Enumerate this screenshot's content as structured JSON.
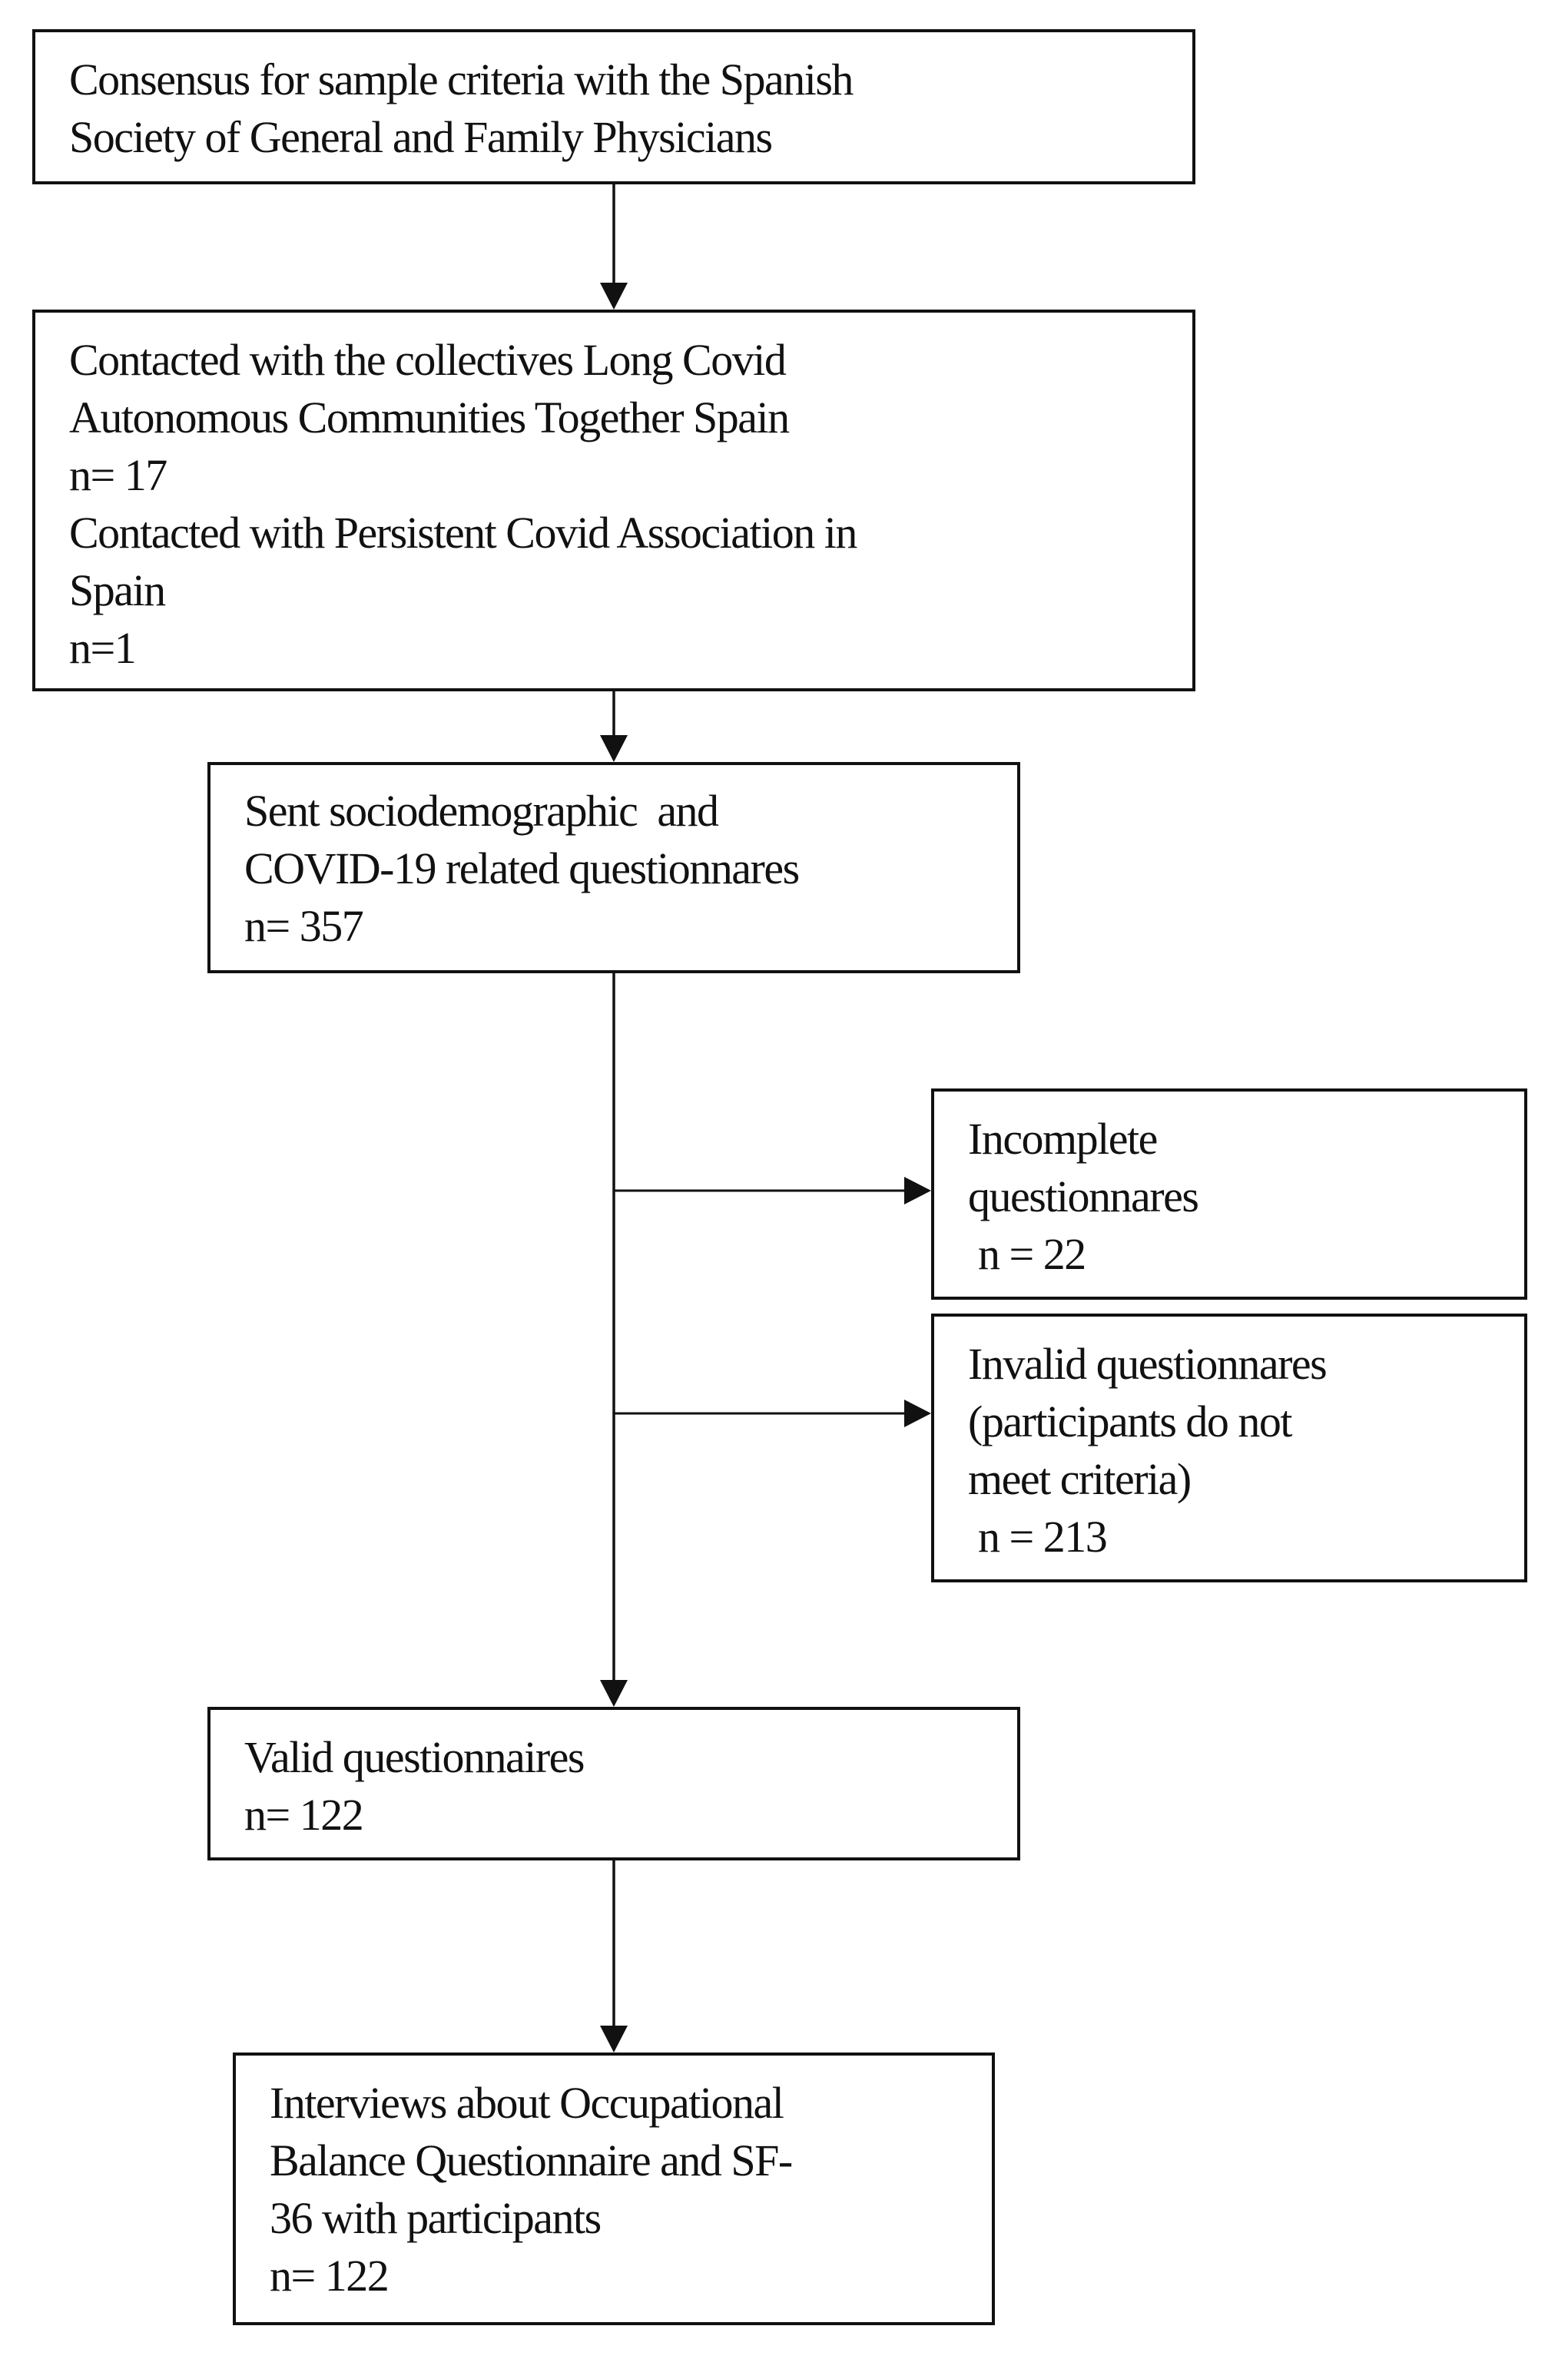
{
  "diagram": {
    "nodes": [
      {
        "id": "consensus",
        "lines": [
          "Consensus for sample criteria with the Spanish",
          "Society of General and Family Physicians"
        ]
      },
      {
        "id": "contacted",
        "lines": [
          "Contacted with the collectives Long Covid",
          "Autonomous Communities Together Spain",
          "n= 17",
          "Contacted with Persistent Covid Association in",
          "Spain",
          "n=1"
        ]
      },
      {
        "id": "sent",
        "lines": [
          "Sent sociodemographic  and",
          "COVID-19 related questionnares",
          "n= 357"
        ]
      },
      {
        "id": "incomplete",
        "lines": [
          "Incomplete",
          "questionnares",
          " n = 22"
        ]
      },
      {
        "id": "invalid",
        "lines": [
          "Invalid questionnares",
          "(participants do not",
          "meet criteria)",
          " n = 213"
        ]
      },
      {
        "id": "valid",
        "lines": [
          "Valid questionnaires",
          "n= 122"
        ]
      },
      {
        "id": "interviews",
        "lines": [
          "Interviews about Occupational",
          "Balance Questionnaire and SF-",
          "36 with participants",
          "n= 122"
        ]
      }
    ],
    "edges": [
      {
        "from": "consensus",
        "to": "contacted"
      },
      {
        "from": "contacted",
        "to": "sent"
      },
      {
        "from": "sent",
        "to": "incomplete"
      },
      {
        "from": "sent",
        "to": "invalid"
      },
      {
        "from": "sent",
        "to": "valid"
      },
      {
        "from": "valid",
        "to": "interviews"
      }
    ]
  }
}
